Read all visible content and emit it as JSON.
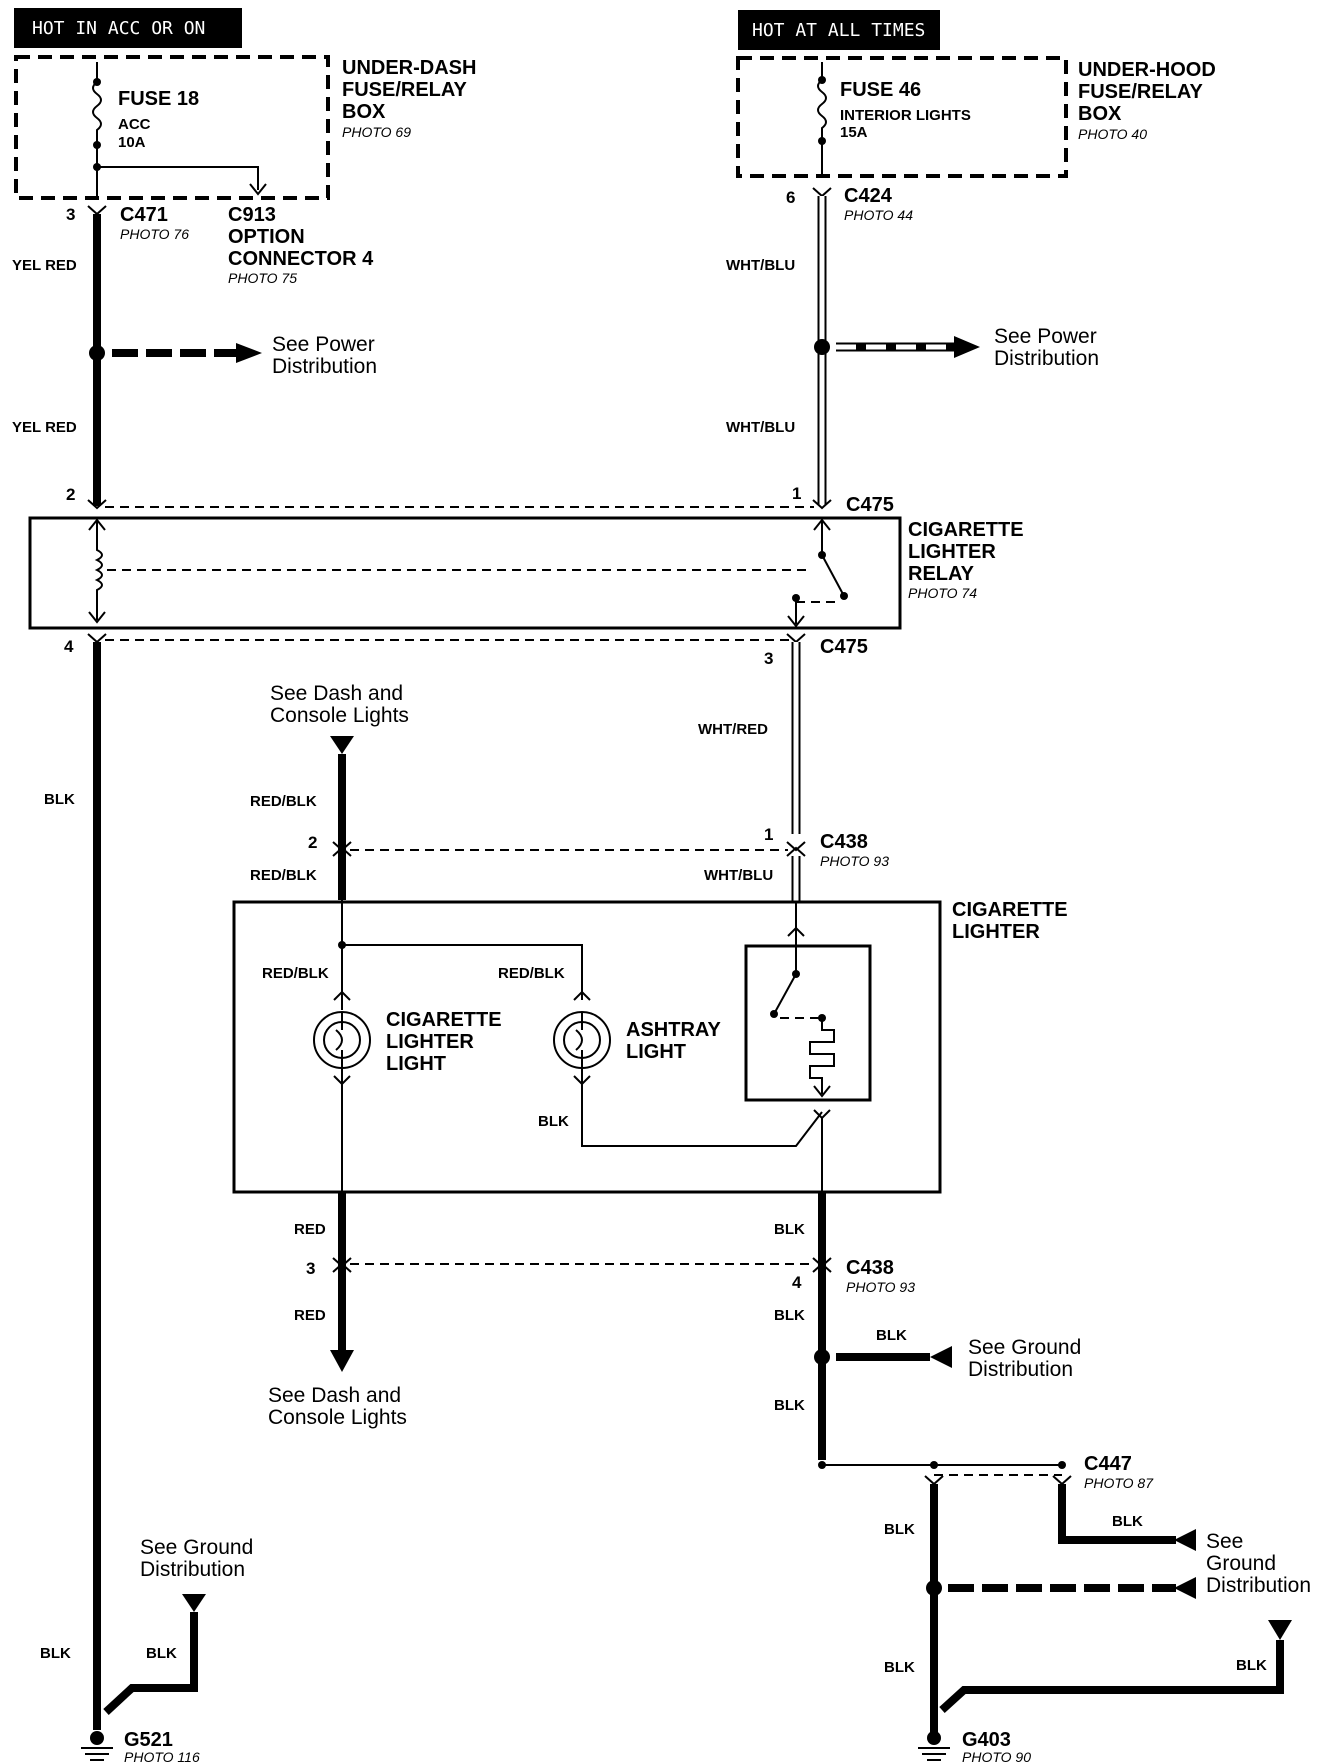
{
  "headers": {
    "left": "HOT IN ACC OR ON",
    "right": "HOT AT ALL TIMES"
  },
  "under_dash_box": {
    "title_1": "UNDER-DASH",
    "title_2": "FUSE/RELAY",
    "title_3": "BOX",
    "photo": "PHOTO 69",
    "fuse_name": "FUSE 18",
    "fuse_circuit": "ACC",
    "fuse_rating": "10A"
  },
  "under_hood_box": {
    "title_1": "UNDER-HOOD",
    "title_2": "FUSE/RELAY",
    "title_3": "BOX",
    "photo": "PHOTO 40",
    "fuse_name": "FUSE 46",
    "fuse_circuit": "INTERIOR LIGHTS",
    "fuse_rating": "15A"
  },
  "connectors": {
    "c471": "C471",
    "c471_photo": "PHOTO 76",
    "c471_pin": "3",
    "c913_1": "C913",
    "c913_2": "OPTION",
    "c913_3": "CONNECTOR 4",
    "c913_photo": "PHOTO 75",
    "c424": "C424",
    "c424_photo": "PHOTO 44",
    "c424_pin": "6",
    "c475_top": "C475",
    "c475_pin2": "2",
    "c475_pin1": "1",
    "c475_bot": "C475",
    "c475_pin4": "4",
    "c475_pin3": "3",
    "c438_top": "C438",
    "c438_top_photo": "PHOTO 93",
    "c438_pin2": "2",
    "c438_pin1": "1",
    "c438_bot": "C438",
    "c438_bot_photo": "PHOTO 93",
    "c438_pin3": "3",
    "c438_pin4": "4",
    "c447": "C447",
    "c447_photo": "PHOTO 87"
  },
  "wires": {
    "yel_red_1": "YEL RED",
    "yel_red_2": "YEL RED",
    "wht_blu_1": "WHT/BLU",
    "wht_blu_2": "WHT/BLU",
    "blk_left": "BLK",
    "wht_red": "WHT/RED",
    "red_blk_1": "RED/BLK",
    "red_blk_2": "RED/BLK",
    "wht_blu_3": "WHT/BLU",
    "red_blk_3": "RED/BLK",
    "red_blk_4": "RED/BLK",
    "blk_ashtray": "BLK",
    "red_1": "RED",
    "red_2": "RED",
    "blk_r1": "BLK",
    "blk_r2": "BLK",
    "blk_gnd_arrow": "BLK",
    "blk_r3": "BLK",
    "blk_c447": "BLK",
    "blk_r4": "BLK",
    "blk_r5": "BLK",
    "blk_r6": "BLK",
    "blk_g521_a": "BLK",
    "blk_g521_b": "BLK"
  },
  "refs": {
    "power_dist_left_1": "See Power",
    "power_dist_left_2": "Distribution",
    "power_dist_right_1": "See Power",
    "power_dist_right_2": "Distribution",
    "dash_console_top_1": "See Dash and",
    "dash_console_top_2": "Console Lights",
    "dash_console_bot_1": "See Dash and",
    "dash_console_bot_2": "Console Lights",
    "ground_mid_1": "See Ground",
    "ground_mid_2": "Distribution",
    "ground_right_1": "See",
    "ground_right_2": "Ground",
    "ground_right_3": "Distribution",
    "ground_left_1": "See Ground",
    "ground_left_2": "Distribution"
  },
  "relay": {
    "title_1": "CIGARETTE",
    "title_2": "LIGHTER",
    "title_3": "RELAY",
    "photo": "PHOTO 74"
  },
  "lighter": {
    "title_1": "CIGARETTE",
    "title_2": "LIGHTER",
    "light_1": "CIGARETTE",
    "light_2": "LIGHTER",
    "light_3": "LIGHT",
    "ashtray_1": "ASHTRAY",
    "ashtray_2": "LIGHT"
  },
  "grounds": {
    "g521": "G521",
    "g521_photo": "PHOTO 116",
    "g403": "G403",
    "g403_photo": "PHOTO 90"
  }
}
